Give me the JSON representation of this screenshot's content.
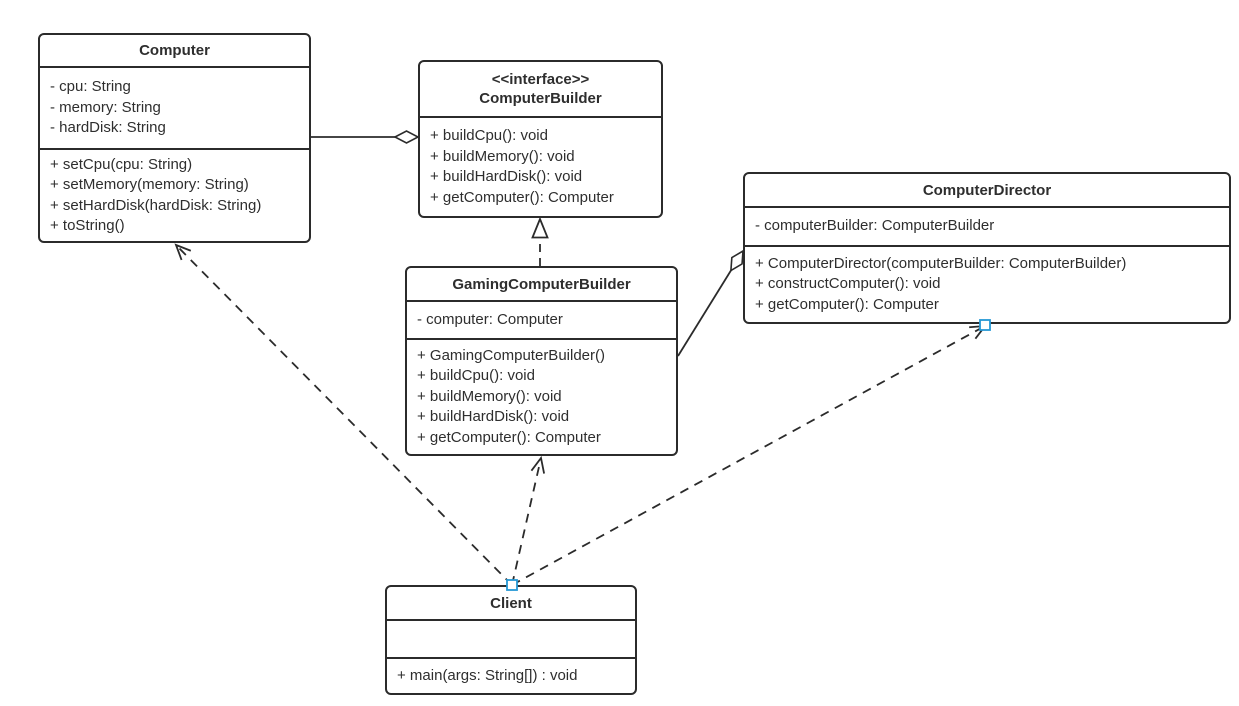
{
  "diagram": {
    "kind": "uml-class-diagram",
    "background_color": "#ffffff",
    "line_color": "#2b2b2b",
    "handle_color": "#2498d5"
  },
  "classes": {
    "computer": {
      "name": "Computer",
      "attributes": [
        "- cpu: String",
        "- memory: String",
        "- hardDisk: String"
      ],
      "methods": [
        "+ setCpu(cpu: String)",
        "+ setMemory(memory: String)",
        "+ setHardDisk(hardDisk: String)",
        "+ toString()"
      ]
    },
    "computer_builder": {
      "stereotype": "<<interface>>",
      "name": "ComputerBuilder",
      "attributes": [],
      "methods": [
        "+ buildCpu(): void",
        "+ buildMemory(): void",
        "+ buildHardDisk(): void",
        "+ getComputer(): Computer"
      ]
    },
    "computer_director": {
      "name": "ComputerDirector",
      "attributes": [
        "- computerBuilder: ComputerBuilder"
      ],
      "methods": [
        "+ ComputerDirector(computerBuilder: ComputerBuilder)",
        "+ constructComputer(): void",
        "+ getComputer(): Computer"
      ]
    },
    "gaming_computer_builder": {
      "name": "GamingComputerBuilder",
      "attributes": [
        "- computer: Computer"
      ],
      "methods": [
        "+ GamingComputerBuilder()",
        "+ buildCpu(): void",
        "+ buildMemory(): void",
        "+ buildHardDisk(): void",
        "+ getComputer(): Computer"
      ]
    },
    "client": {
      "name": "Client",
      "attributes": [],
      "methods": [
        "+ main(args: String[]) : void"
      ]
    }
  },
  "relationships": [
    {
      "type": "aggregation",
      "from": "Computer",
      "to": "ComputerBuilder",
      "diamond_at": "ComputerBuilder",
      "line_style": "solid"
    },
    {
      "type": "realization",
      "from": "GamingComputerBuilder",
      "to": "ComputerBuilder",
      "line_style": "dashed"
    },
    {
      "type": "aggregation",
      "from": "GamingComputerBuilder",
      "to": "ComputerDirector",
      "diamond_at": "ComputerDirector",
      "line_style": "solid"
    },
    {
      "type": "dependency",
      "from": "Client",
      "to": "Computer",
      "line_style": "dashed"
    },
    {
      "type": "dependency",
      "from": "Client",
      "to": "GamingComputerBuilder",
      "line_style": "dashed"
    },
    {
      "type": "dependency",
      "from": "Client",
      "to": "ComputerDirector",
      "line_style": "dashed"
    }
  ]
}
